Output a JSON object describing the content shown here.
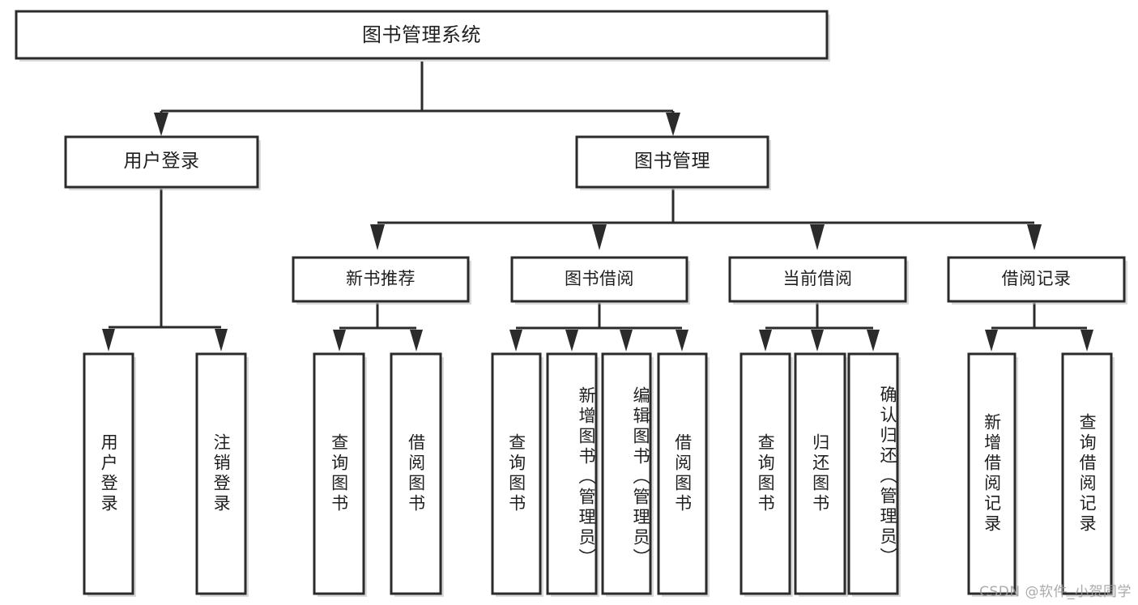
{
  "diagram": {
    "title": "图书管理系统",
    "type": "tree",
    "watermark": "CSDN @软件_小贺同学",
    "levels": {
      "root": "图书管理系统",
      "level2": [
        "用户登录",
        "图书管理"
      ],
      "level3": [
        "新书推荐",
        "图书借阅",
        "当前借阅",
        "借阅记录"
      ],
      "level4": [
        "用户登录",
        "注销登录",
        "查询图书",
        "借阅图书",
        "查询图书",
        "新增图书（管理员）",
        "编辑图书（管理员）",
        "借阅图书",
        "查询图书",
        "归还图书",
        "确认归还（管理员）",
        "新增借阅记录",
        "查询借阅记录"
      ]
    },
    "nodes": {
      "root": {
        "label": "图书管理系统"
      },
      "user_login": {
        "label": "用户登录"
      },
      "book_manage": {
        "label": "图书管理"
      },
      "new_book_rec": {
        "label": "新书推荐"
      },
      "book_borrow": {
        "label": "图书借阅"
      },
      "current_borrow": {
        "label": "当前借阅"
      },
      "borrow_record": {
        "label": "借阅记录"
      },
      "leaf_user_login": {
        "label": "用户登录"
      },
      "leaf_logout": {
        "label": "注销登录"
      },
      "leaf_query_book_a": {
        "label": "查询图书"
      },
      "leaf_borrow_book_a": {
        "label": "借阅图书"
      },
      "leaf_query_book_b": {
        "label": "查询图书"
      },
      "leaf_add_book": {
        "label": "新增图书（管理员）"
      },
      "leaf_edit_book": {
        "label": "编辑图书（管理员）"
      },
      "leaf_borrow_book_b": {
        "label": "借阅图书"
      },
      "leaf_query_book_c": {
        "label": "查询图书"
      },
      "leaf_return_book": {
        "label": "归还图书"
      },
      "leaf_confirm_return": {
        "label": "确认归还（管理员）"
      },
      "leaf_add_record": {
        "label": "新增借阅记录"
      },
      "leaf_query_record": {
        "label": "查询借阅记录"
      }
    },
    "edges": [
      {
        "from": "root",
        "to": "user_login"
      },
      {
        "from": "root",
        "to": "book_manage"
      },
      {
        "from": "user_login",
        "to": "leaf_user_login"
      },
      {
        "from": "user_login",
        "to": "leaf_logout"
      },
      {
        "from": "book_manage",
        "to": "new_book_rec"
      },
      {
        "from": "book_manage",
        "to": "book_borrow"
      },
      {
        "from": "book_manage",
        "to": "current_borrow"
      },
      {
        "from": "book_manage",
        "to": "borrow_record"
      },
      {
        "from": "new_book_rec",
        "to": "leaf_query_book_a"
      },
      {
        "from": "new_book_rec",
        "to": "leaf_borrow_book_a"
      },
      {
        "from": "book_borrow",
        "to": "leaf_query_book_b"
      },
      {
        "from": "book_borrow",
        "to": "leaf_add_book"
      },
      {
        "from": "book_borrow",
        "to": "leaf_edit_book"
      },
      {
        "from": "book_borrow",
        "to": "leaf_borrow_book_b"
      },
      {
        "from": "current_borrow",
        "to": "leaf_query_book_c"
      },
      {
        "from": "current_borrow",
        "to": "leaf_return_book"
      },
      {
        "from": "current_borrow",
        "to": "leaf_confirm_return"
      },
      {
        "from": "borrow_record",
        "to": "leaf_add_record"
      },
      {
        "from": "borrow_record",
        "to": "leaf_query_record"
      }
    ],
    "colors": {
      "box_fill": "#ffffff",
      "box_stroke": "#2b2b2b",
      "text": "#1f1f1f",
      "watermark": "#9c9c9c",
      "background": "#ffffff"
    }
  }
}
